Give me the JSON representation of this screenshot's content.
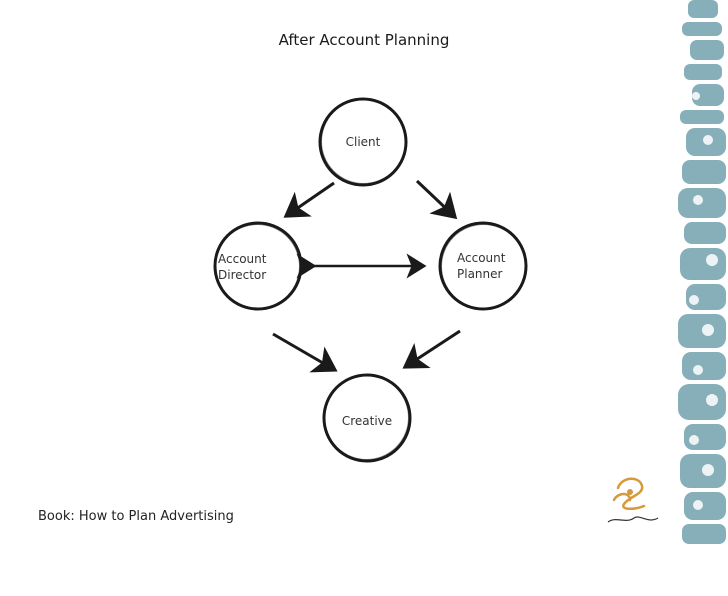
{
  "title": "After Account Planning",
  "nodes": {
    "client": "Client",
    "account_director_line1": "Account",
    "account_director_line2": "Director",
    "account_planner_line1": "Account",
    "account_planner_line2": "Planner",
    "creative": "Creative"
  },
  "source": "Book: How to Plan Advertising",
  "colors": {
    "ink": "#1a1a1a",
    "decor": "#7aa7b3",
    "logo": "#d69a3c"
  }
}
